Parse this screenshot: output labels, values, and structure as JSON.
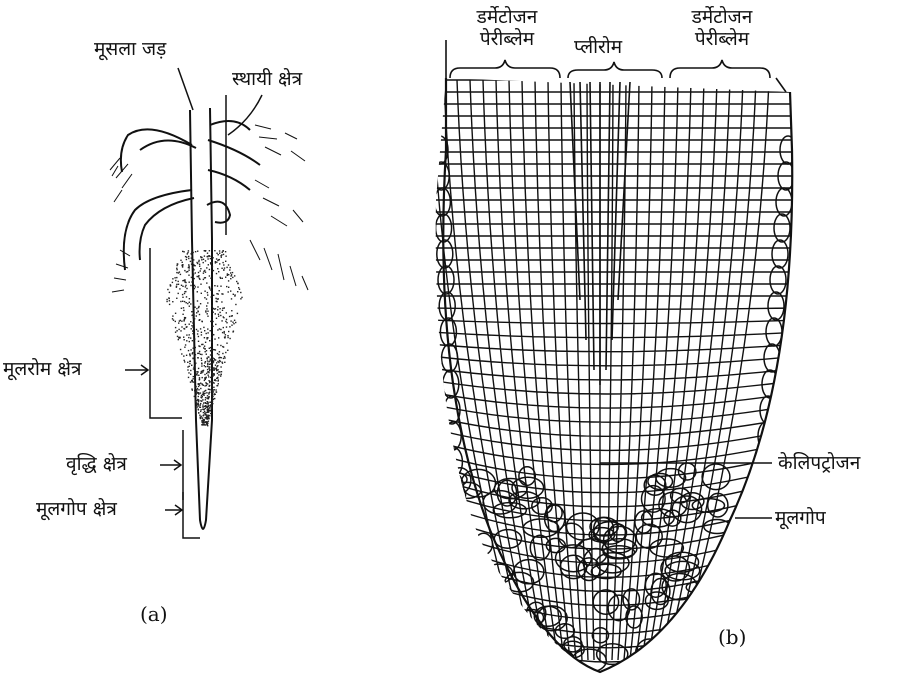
{
  "figure_a": {
    "caption": "(a)",
    "labels": {
      "taproot": "मूसला जड़",
      "permanent_zone": "स्थायी क्षेत्र",
      "root_hair_zone": "मूलरोम क्षेत्र",
      "growth_zone": "वृद्धि क्षेत्र",
      "root_cap_zone": "मूलगोप क्षेत्र"
    }
  },
  "figure_b": {
    "caption": "(b)",
    "labels": {
      "dermatogen_periblem_left_1": "डर्मेटोजन",
      "dermatogen_periblem_left_2": "पेरीब्लेम",
      "plerome": "प्लीरोम",
      "dermatogen_periblem_right_1": "डर्मेटोजन",
      "dermatogen_periblem_right_2": "पेरीब्लेम",
      "calyptrogen": "केलिपट्रोजन",
      "root_cap": "मूलगोप"
    }
  }
}
